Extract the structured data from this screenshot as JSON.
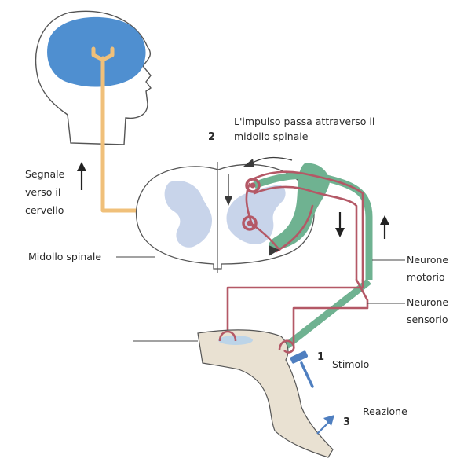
{
  "labels": {
    "step2_line1": "L'impulso passa attraverso il",
    "step2_line2": "midollo spinale",
    "signal_line1": "Segnale",
    "signal_line2": "verso il",
    "signal_line3": "cervello",
    "spinal_cord": "Midollo spinale",
    "motor_line1": "Neurone",
    "motor_line2": "motorio",
    "sensory_line1": "Neurone",
    "sensory_line2": "sensorio",
    "stimulus": "Stimolo",
    "reaction": "Reazione"
  },
  "steps": {
    "one": "1",
    "two": "2",
    "three": "3"
  },
  "colors": {
    "brain": "#4f8fd0",
    "head_outline": "#555555",
    "ascending_tract": "#f0c07a",
    "sensory_neuron": "#b45866",
    "motor_neuron": "#6fb291",
    "grey_matter": "#c8d4ea",
    "skin": "#e9e1d2",
    "hammer": "#4f7fc0"
  }
}
